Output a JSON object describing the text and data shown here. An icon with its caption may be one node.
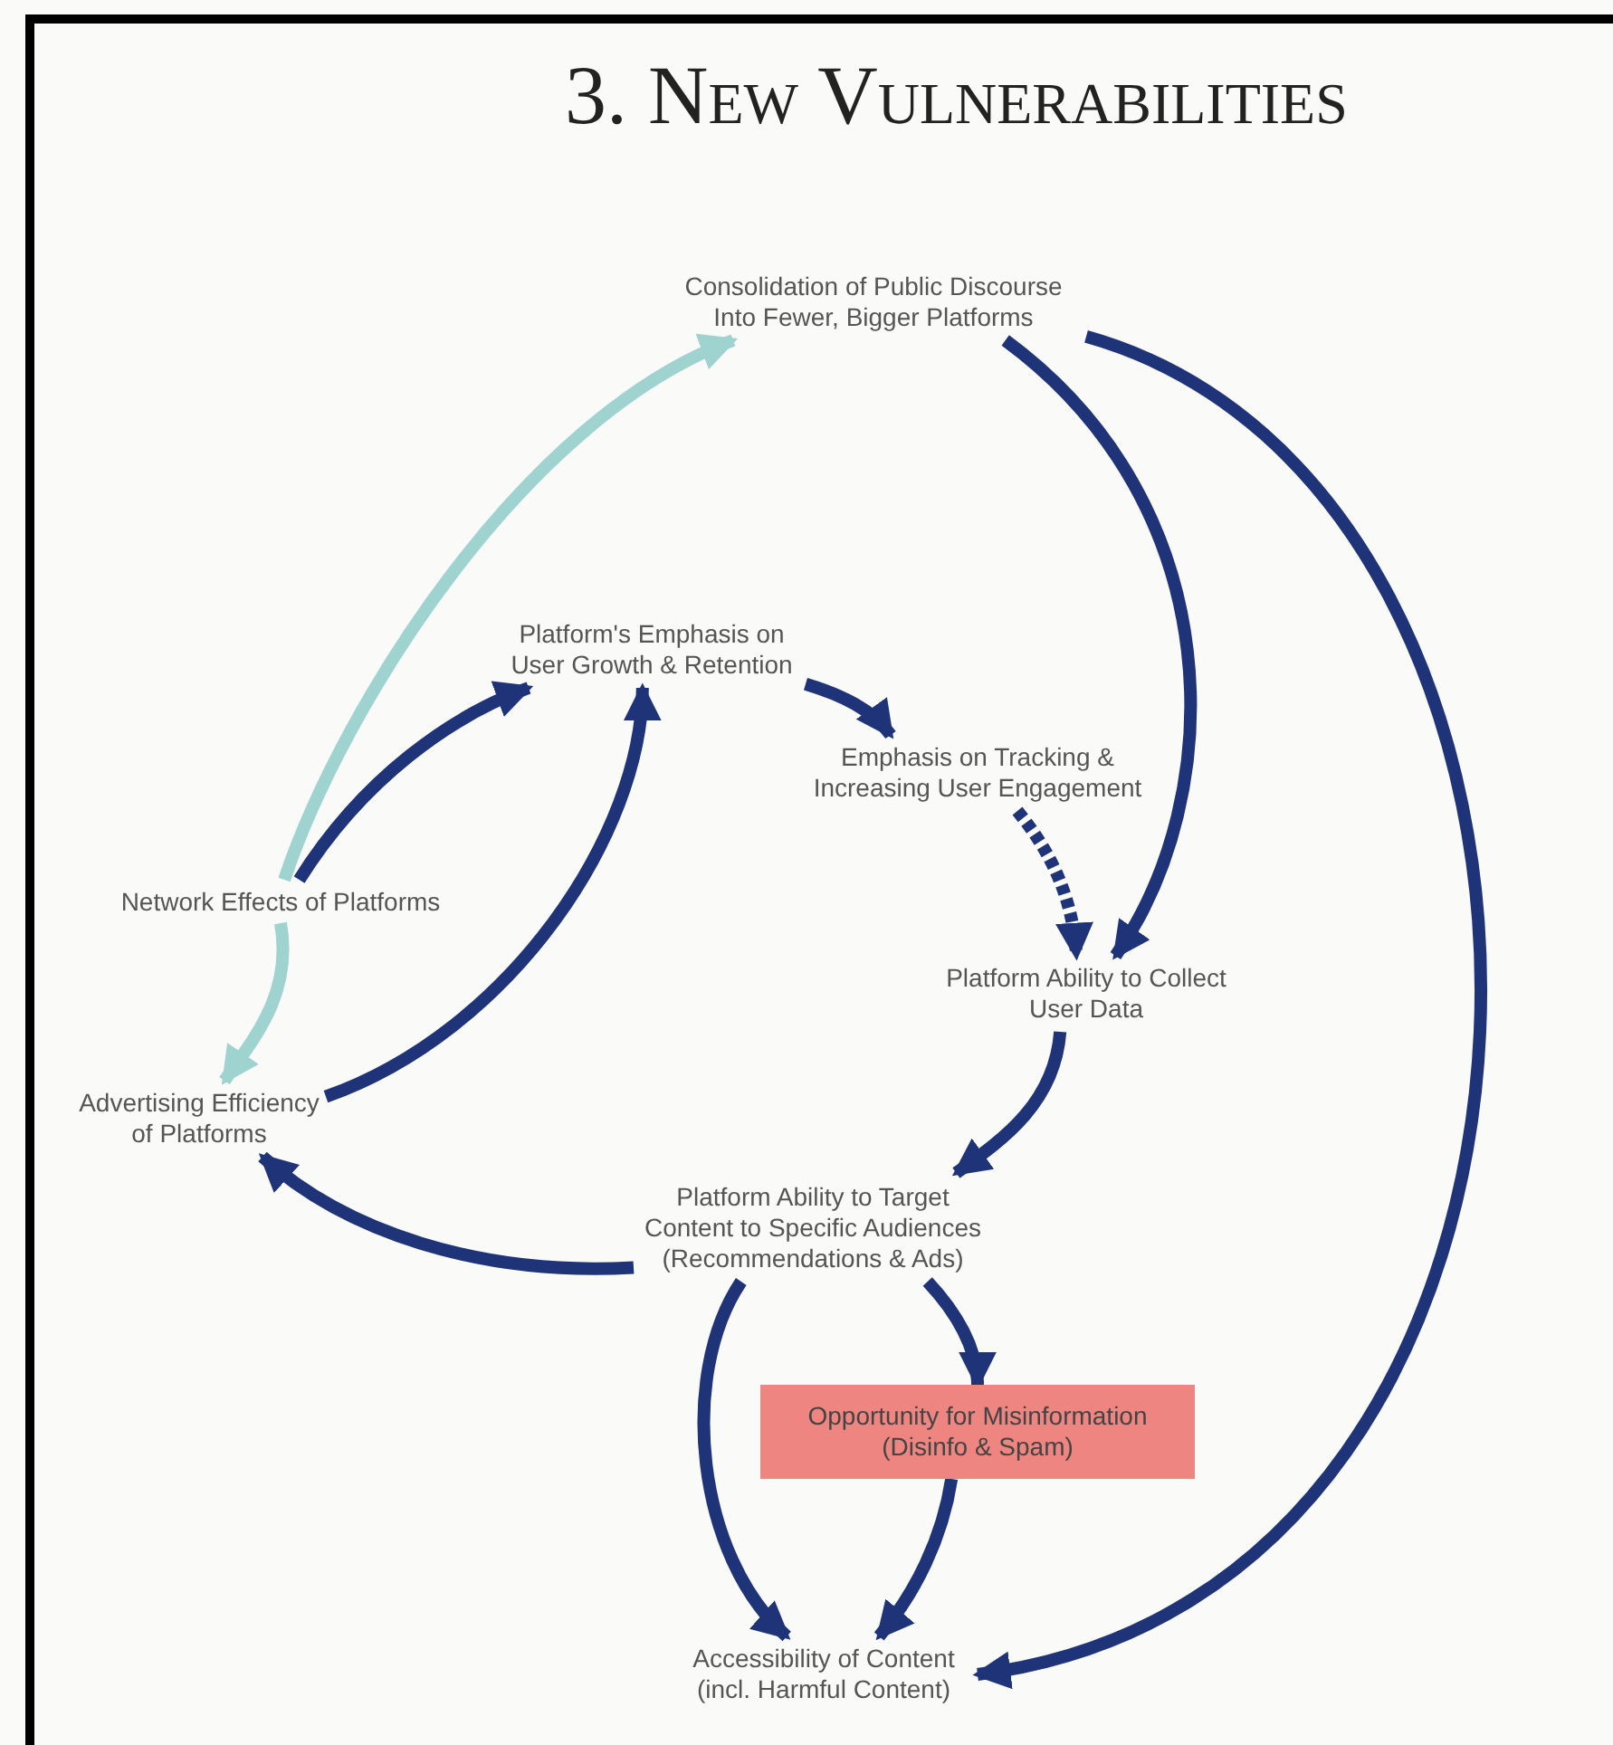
{
  "diagram": {
    "title": "3. New Vulnerabilities",
    "nodes": [
      {
        "text": [
          "Consolidation of Public Discourse Into Fewer, Bigger Platforms"
        ]
      },
      {
        "text": [
          "Platform's Emphasis on User Growth & Retention"
        ]
      },
      {
        "text": [
          "Emphasis on Tracking & Increasing User Engagement"
        ]
      },
      {
        "text": [
          "Network Effects of Platforms"
        ]
      },
      {
        "text": [
          "Platform Ability to Collect User Data"
        ]
      },
      {
        "text": [
          "Advertising Efficiency of Platforms"
        ]
      },
      {
        "text": [
          "Platform Ability to Target Content to Specific Audiences (Recommendations & Ads)"
        ]
      },
      {
        "text": [
          "Opportunity for Misinformation (Disinfo & Spam)"
        ]
      },
      {
        "text": [
          "Accessibility of Content (incl. Harmful Content)"
        ]
      }
    ],
    "edges": [
      {
        "from": 3,
        "to": 0,
        "arrow": "to",
        "color": "#9fd3d0"
      },
      {
        "from": 3,
        "to": 5,
        "arrow": "to",
        "color": "#9fd3d0"
      },
      {
        "from": 3,
        "to": 1,
        "arrow": "to"
      },
      {
        "from": 5,
        "to": 1,
        "arrow": "to"
      },
      {
        "from": 1,
        "to": 2,
        "arrow": "to"
      },
      {
        "from": 2,
        "to": 4,
        "arrow": "to",
        "style": "dashed"
      },
      {
        "from": 0,
        "to": 4,
        "arrow": "to"
      },
      {
        "from": 0,
        "to": 8,
        "arrow": "to"
      },
      {
        "from": 4,
        "to": 6,
        "arrow": "to"
      },
      {
        "from": 6,
        "to": 5,
        "arrow": "to"
      },
      {
        "from": 6,
        "to": 8,
        "arrow": "to"
      },
      {
        "from": 6,
        "to": 7,
        "arrow": "to"
      },
      {
        "from": 7,
        "to": 8,
        "arrow": "to"
      }
    ]
  }
}
